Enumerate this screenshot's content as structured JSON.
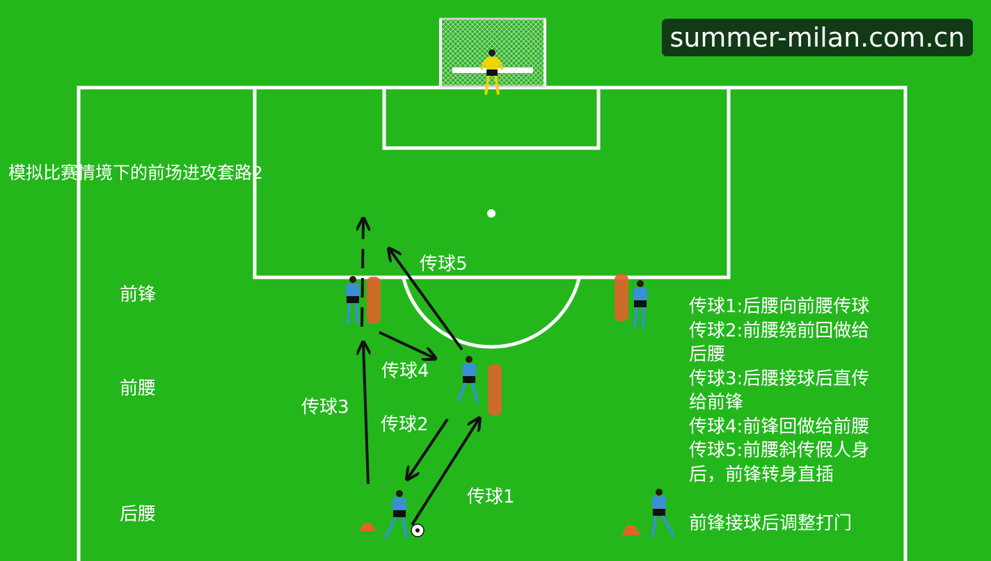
{
  "watermark": "summer-milan.com.cn",
  "title": "模拟比赛情境下的前场进攻套路2",
  "roles": {
    "forward": "前锋",
    "attacking_mid": "前腰",
    "defensive_mid": "后腰"
  },
  "pass_labels": {
    "p1": "传球1",
    "p2": "传球2",
    "p3": "传球3",
    "p4": "传球4",
    "p5": "传球5"
  },
  "notes": [
    "传球1:后腰向前腰传球",
    "传球2:前腰绕前回做给",
    "后腰",
    "传球3:后腰接球后直传",
    "给前锋",
    "传球4:前锋回做给前腰",
    "传球5:前腰斜传假人身",
    "后，前锋转身直插"
  ],
  "finish_note": "前锋接球后调整打门",
  "colors": {
    "pitch": "#23b71c",
    "lines": "#ffffff",
    "player_shirt": "#3b8fd4",
    "goalkeeper_shirt": "#f2d400",
    "mannequin": "#e0632a",
    "arrows": "#111111"
  }
}
